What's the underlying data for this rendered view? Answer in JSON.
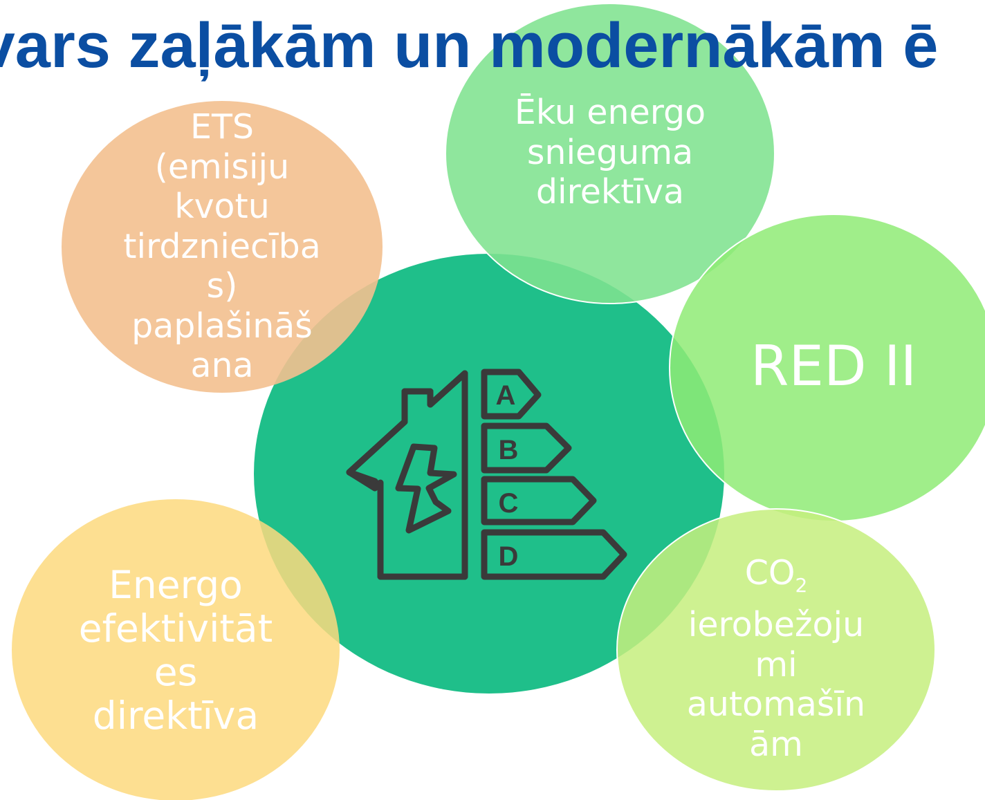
{
  "title": "tvars zaļākām un modernākām ē",
  "bubbles": {
    "ets": {
      "lines": [
        "ETS",
        "(emisiju",
        "kvotu",
        "tirdzniecība",
        "s)",
        "paplašināš",
        "ana"
      ],
      "color": "#f3c08f"
    },
    "eku": {
      "lines": [
        "Ēku energo",
        "snieguma",
        "direktīva"
      ],
      "color": "#8ee6a0"
    },
    "red": {
      "label": "RED II",
      "color": "#a0ec8a"
    },
    "energo": {
      "lines": [
        "Energo",
        "efektivitāt",
        "es",
        "direktīva"
      ],
      "color": "#fdd97e"
    },
    "co2": {
      "line1": "CO",
      "subscript": "2",
      "lines": [
        "ierobežoju",
        "mi",
        "automašīn",
        "ām"
      ],
      "color": "#cfef8e"
    },
    "center": {
      "color": "#1fbf8a"
    }
  },
  "icon": {
    "name": "house-energy-rating-icon",
    "classes": [
      "A",
      "B",
      "C",
      "D"
    ],
    "stroke": "#3a3a3a"
  }
}
